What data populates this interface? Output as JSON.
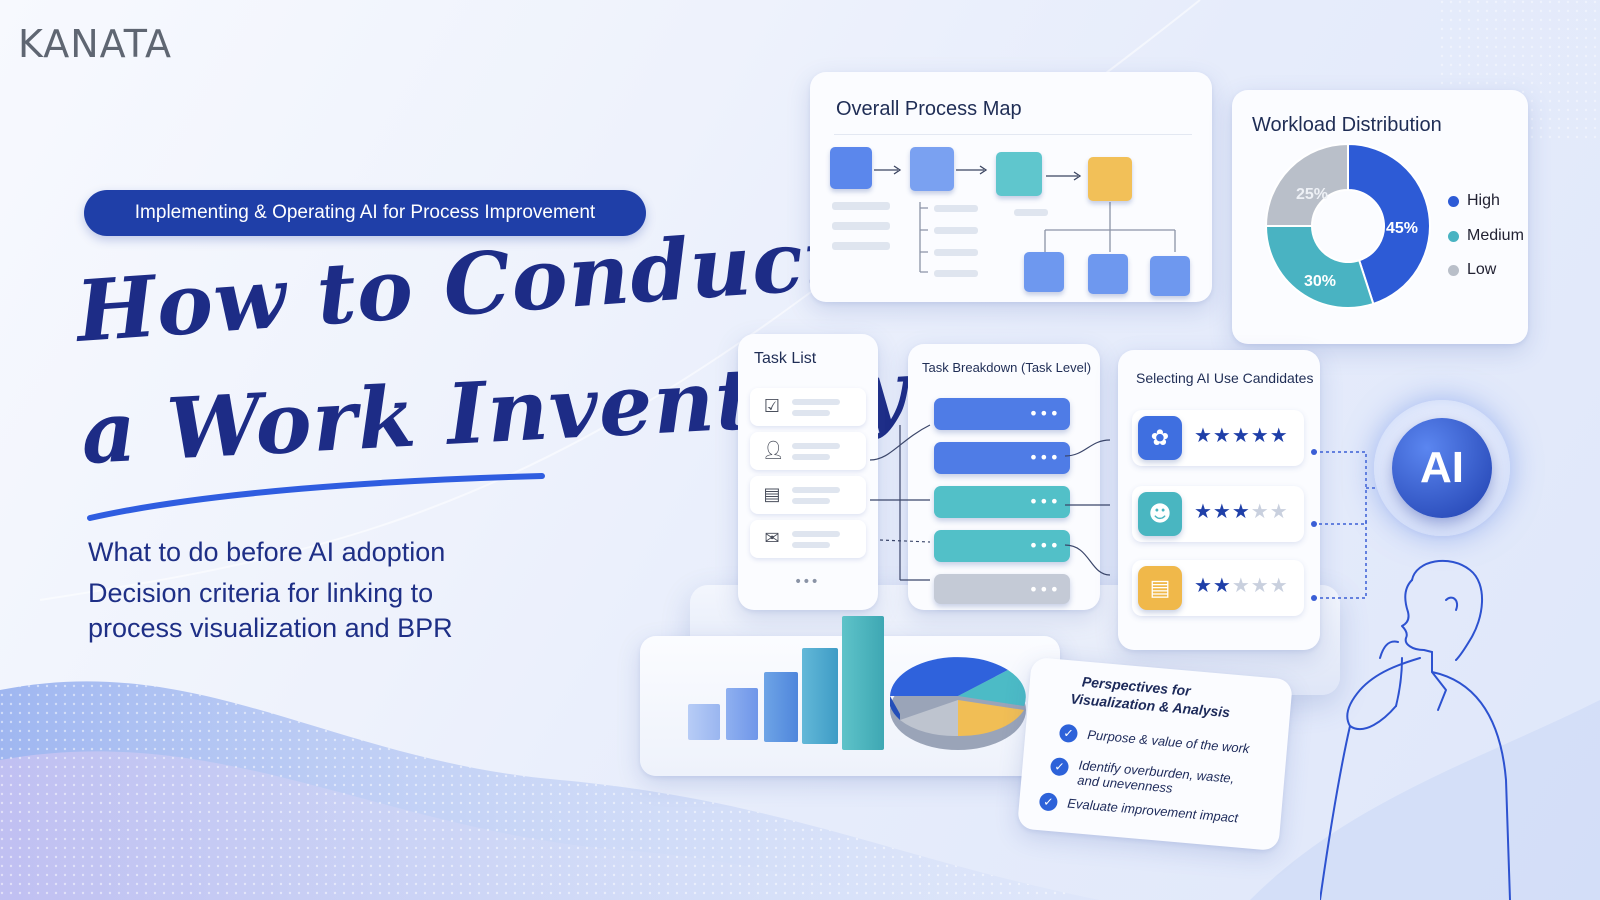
{
  "brand": {
    "logo": "KANATA"
  },
  "hero": {
    "tag": "Implementing & Operating AI for Process Improvement",
    "title_line1": "How to Conduct",
    "title_line2": "a Work Inventory",
    "subtitle_1": "What to do before AI adoption",
    "subtitle_2": "Decision criteria for linking to",
    "subtitle_3": "process visualization and BPR"
  },
  "process_map": {
    "title": "Overall Process Map"
  },
  "workload": {
    "title": "Workload Distribution",
    "legend": [
      "High",
      "Medium",
      "Low"
    ],
    "labels": [
      "45%",
      "30%",
      "25%"
    ],
    "colors": {
      "high": "#2d5bd6",
      "medium": "#49b3c2",
      "low": "#b9bfc9"
    }
  },
  "chart_data": {
    "type": "pie",
    "title": "Workload Distribution",
    "categories": [
      "High",
      "Medium",
      "Low"
    ],
    "values": [
      45,
      30,
      25
    ]
  },
  "task_list": {
    "title": "Task List",
    "more": "•••"
  },
  "task_breakdown": {
    "title": "Task Breakdown (Task Level)"
  },
  "ai_candidates": {
    "title": "Selecting AI Use Candidates",
    "items": [
      {
        "icon": "brain-icon",
        "stars": 5
      },
      {
        "icon": "robot-icon",
        "stars": 3
      },
      {
        "icon": "document-icon",
        "stars": 2
      }
    ]
  },
  "ai_badge": {
    "label": "AI"
  },
  "perspectives": {
    "title_1": "Perspectives for",
    "title_2": "Visualization & Analysis",
    "item_1": "Purpose & value of the work",
    "item_2a": "Identify overburden, waste,",
    "item_2b": "and unevenness",
    "item_3": "Evaluate improvement impact"
  }
}
